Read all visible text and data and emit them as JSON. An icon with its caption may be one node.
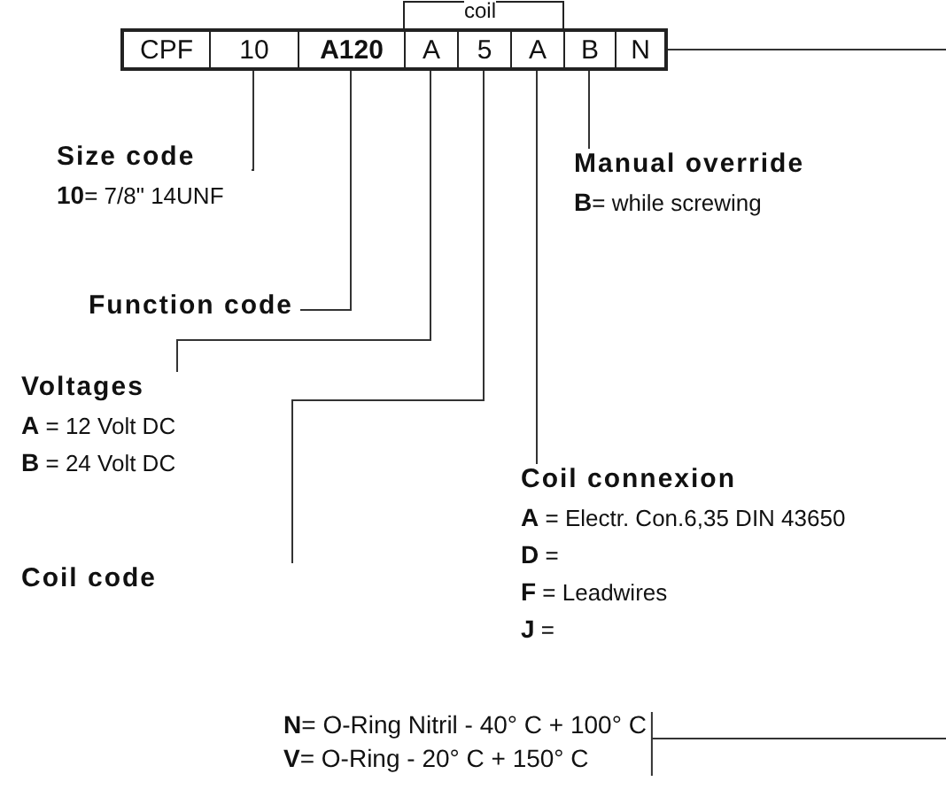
{
  "diagram": {
    "nodes": [
      {
        "text": [
          "CPF"
        ]
      },
      {
        "text": [
          "10"
        ]
      },
      {
        "text": [
          "A120"
        ]
      },
      {
        "text": [
          "A"
        ]
      },
      {
        "text": [
          "5"
        ]
      },
      {
        "text": [
          "A"
        ]
      },
      {
        "text": [
          "B"
        ]
      },
      {
        "text": [
          "N"
        ]
      },
      {
        "text": [
          "Size code",
          "**10**= 7/8\" 14UNF"
        ]
      },
      {
        "text": [
          "Manual override",
          "**B**= while screwing"
        ]
      },
      {
        "text": [
          "Function code"
        ]
      },
      {
        "text": [
          "Voltages",
          "**A** = 12 Volt DC",
          "**B** = 24 Volt DC"
        ]
      },
      {
        "text": [
          "Coil code"
        ]
      },
      {
        "text": [
          "Coil connexion",
          "**A** = Electr. Con.6,35 DIN 43650",
          "**D** =",
          "**F** = Leadwires",
          "**J** ="
        ]
      },
      {
        "text": [
          "**N**= O-Ring Nitril - 40° C + 100° C",
          "**V**= O-Ring - 20° C + 150° C"
        ]
      }
    ],
    "edges": [
      {
        "from": 1,
        "to": 8,
        "arrow": "none"
      },
      {
        "from": 6,
        "to": 9,
        "arrow": "none"
      },
      {
        "from": 2,
        "to": 10,
        "arrow": "none"
      },
      {
        "from": 3,
        "to": 11,
        "arrow": "none"
      },
      {
        "from": 4,
        "to": 12,
        "arrow": "none"
      },
      {
        "from": 5,
        "to": 13,
        "arrow": "none"
      },
      {
        "from": 7,
        "to": null,
        "arrow": "none"
      },
      {
        "from": 14,
        "to": null,
        "arrow": "none"
      }
    ],
    "labels": [
      "coil"
    ]
  }
}
